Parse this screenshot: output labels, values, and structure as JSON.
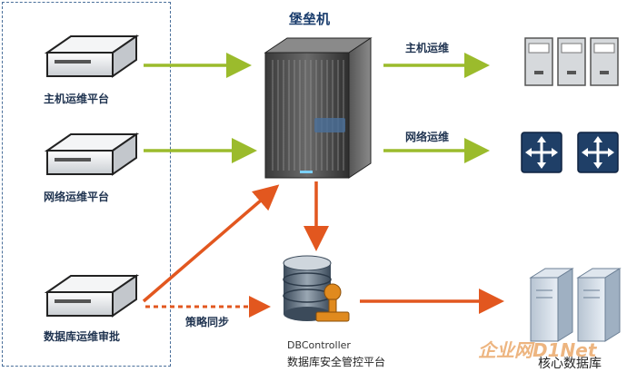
{
  "bastion": {
    "title": "堡垒机"
  },
  "platforms": [
    {
      "label": "主机运维平台"
    },
    {
      "label": "网络运维平台"
    },
    {
      "label": "数据库运维审批"
    }
  ],
  "edges": {
    "host_ops": "主机运维",
    "network_ops": "网络运维",
    "policy_sync": "策略同步"
  },
  "dbcontroller": {
    "name": "DBController",
    "subtitle": "数据库安全管控平台"
  },
  "core_db": {
    "label": "核心数据库"
  },
  "watermark": {
    "text": "企业网D1Net"
  },
  "colors": {
    "green_arrow": "#9bbb2c",
    "orange_arrow": "#e2571f",
    "dashed_border": "#4a6f9a",
    "title_blue": "#1a3d6d"
  }
}
